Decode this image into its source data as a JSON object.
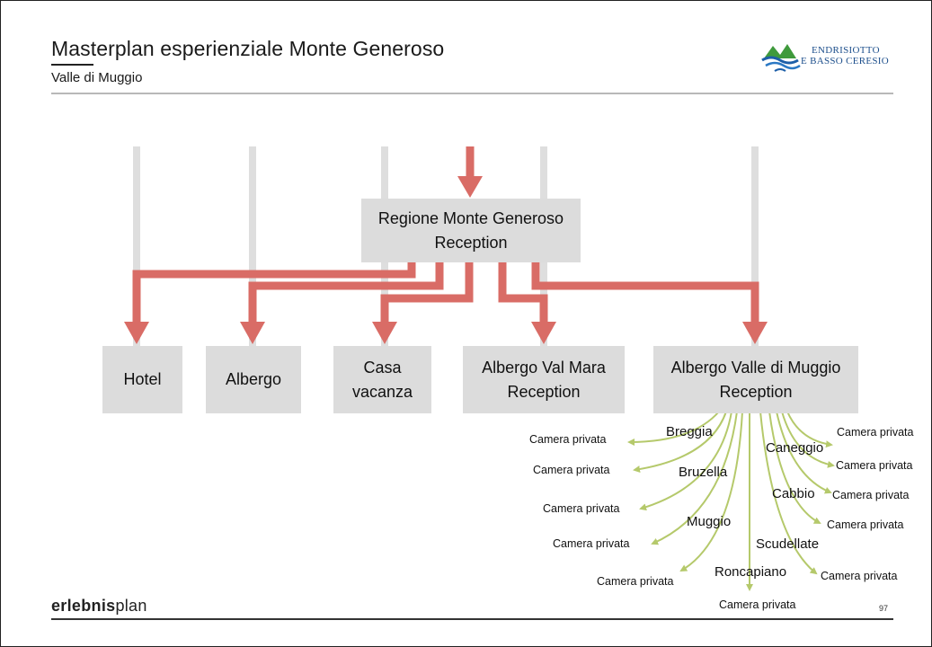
{
  "header": {
    "title": "Masterplan esperienziale Monte Generoso",
    "subtitle": "Valle di Muggio"
  },
  "logo": {
    "line1": "ENDRISIOTTO",
    "line2": "E BASSO CERESIO"
  },
  "colors": {
    "main_arrow": "#d96c66",
    "branch_arrow": "#b5c96b",
    "box_fill": "#dcdcdc",
    "pillar": "#dedede"
  },
  "diagram": {
    "top": {
      "label": "Regione Monte Generoso\nReception"
    },
    "targets": [
      {
        "label": "Hotel"
      },
      {
        "label": "Albergo"
      },
      {
        "label": "Casa\nvacanza"
      },
      {
        "label": "Albergo Val Mara\nReception"
      },
      {
        "label": "Albergo Valle di Muggio\nReception"
      }
    ],
    "villages": [
      {
        "label": "Breggia"
      },
      {
        "label": "Bruzella"
      },
      {
        "label": "Muggio"
      },
      {
        "label": "Roncapiano"
      },
      {
        "label": "Caneggio"
      },
      {
        "label": "Cabbio"
      },
      {
        "label": "Scudellate"
      }
    ],
    "camera_label": "Camera privata",
    "cameras": [
      {
        "label": "Camera privata"
      },
      {
        "label": "Camera privata"
      },
      {
        "label": "Camera privata"
      },
      {
        "label": "Camera privata"
      },
      {
        "label": "Camera privata"
      },
      {
        "label": "Camera privata"
      },
      {
        "label": "Camera privata"
      },
      {
        "label": "Camera privata"
      },
      {
        "label": "Camera privata"
      },
      {
        "label": "Camera privata"
      },
      {
        "label": "Camera privata"
      }
    ]
  },
  "footer": {
    "brand_bold": "erlebnis",
    "brand_light": "plan",
    "page_number": "97"
  }
}
